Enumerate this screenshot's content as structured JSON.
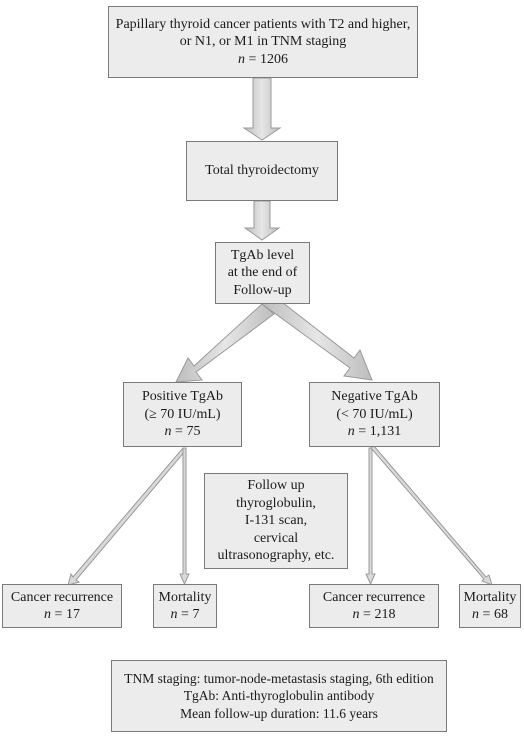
{
  "colors": {
    "box_fill": "#ececec",
    "box_border": "#7a7a7a",
    "arrow_fill": "#d6d6d6",
    "arrow_edge": "#9a9a9a"
  },
  "boxes": {
    "patients": {
      "line1": "Papillary thyroid cancer patients with T2 and higher,",
      "line2": "or N1, or M1  in TNM staging",
      "n_label": "n",
      "n_value": "= 1206"
    },
    "surgery": {
      "label": "Total thyroidectomy"
    },
    "tgab_level": {
      "line1": "TgAb level",
      "line2": "at the end of",
      "line3": "Follow-up"
    },
    "positive": {
      "line1": "Positive TgAb",
      "line2": "(≥ 70 IU/mL)",
      "n_label": "n",
      "n_value": "= 75"
    },
    "negative": {
      "line1": "Negative TgAb",
      "line2": "(< 70 IU/mL)",
      "n_label": "n",
      "n_value": "= 1,131"
    },
    "followup": {
      "line1": "Follow up",
      "line2": "thyroglobulin,",
      "line3": "I-131 scan,",
      "line4": "cervical",
      "line5": "ultrasonography, etc."
    },
    "pos_recurrence": {
      "label": "Cancer recurrence",
      "n_label": "n",
      "n_value": "= 17"
    },
    "pos_mortality": {
      "label": "Mortality",
      "n_label": "n",
      "n_value": "= 7"
    },
    "neg_recurrence": {
      "label": "Cancer recurrence",
      "n_label": "n",
      "n_value": "= 218"
    },
    "neg_mortality": {
      "label": "Mortality",
      "n_label": "n",
      "n_value": "= 68"
    },
    "footnote": {
      "line1": "TNM staging: tumor-node-metastasis staging, 6th edition",
      "line2": "TgAb: Anti-thyroglobulin antibody",
      "line3": "Mean follow-up duration: 11.6 years"
    }
  }
}
